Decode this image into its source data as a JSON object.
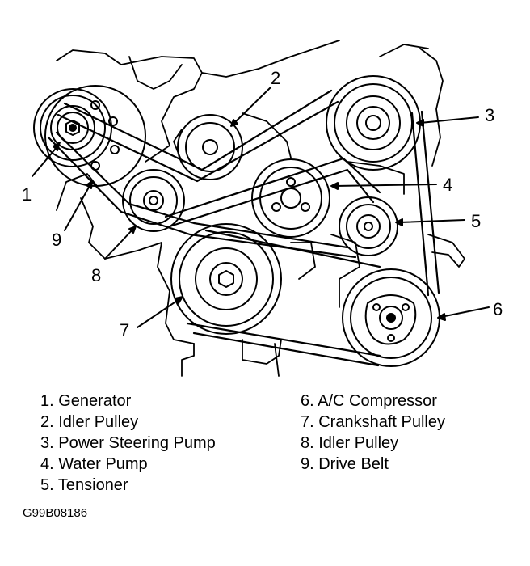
{
  "callouts": [
    "1",
    "2",
    "3",
    "4",
    "5",
    "6",
    "7",
    "8",
    "9"
  ],
  "legend": [
    "1. Generator",
    "2. Idler Pulley",
    "3. Power Steering Pump",
    "4. Water Pump",
    "5. Tensioner",
    "6. A/C Compressor",
    "7. Crankshaft Pulley",
    "8. Idler Pulley",
    "9. Drive Belt"
  ],
  "figure_code": "G99B08186"
}
